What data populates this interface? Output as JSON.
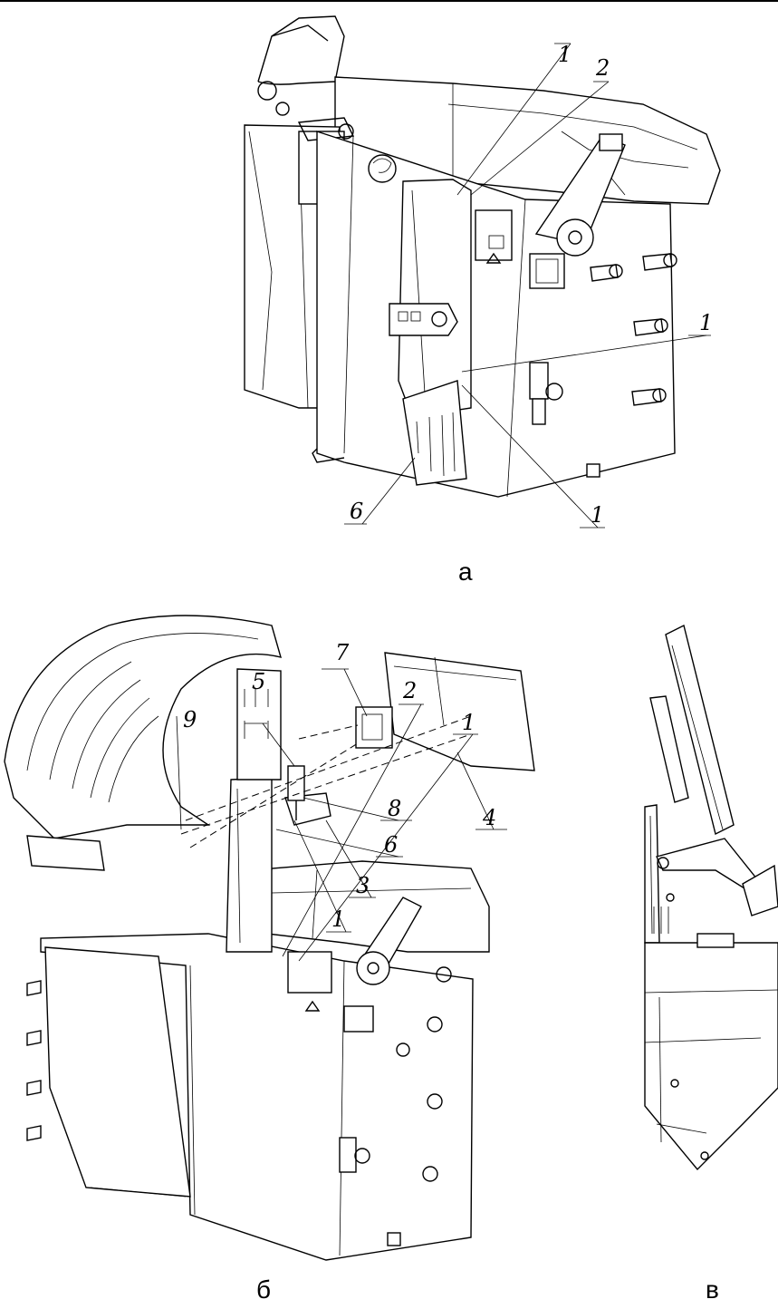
{
  "captions": {
    "a": "а",
    "b": "б",
    "v": "в"
  },
  "callouts_a": {
    "c1_top": "1",
    "c2_top": "2",
    "c1_mid": "1",
    "c1_bottom": "1",
    "c6": "6"
  },
  "callouts_b": {
    "c7": "7",
    "c5": "5",
    "c9": "9",
    "c8": "8",
    "c4": "4",
    "c6": "6",
    "c3": "3",
    "c1_left": "1",
    "c2": "2",
    "c1_right": "1"
  }
}
